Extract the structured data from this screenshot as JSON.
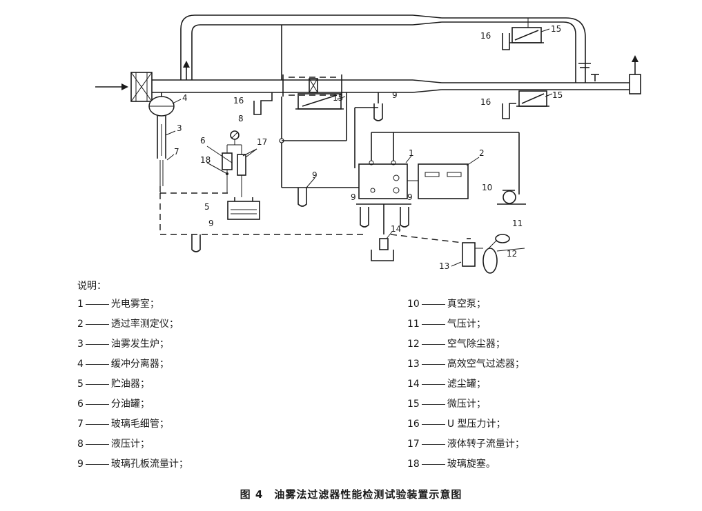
{
  "legend_title": "说明：",
  "legend": [
    {
      "num": "1",
      "label": "光电雾室；"
    },
    {
      "num": "2",
      "label": "透过率测定仪；"
    },
    {
      "num": "3",
      "label": "油雾发生炉；"
    },
    {
      "num": "4",
      "label": "缓冲分离器；"
    },
    {
      "num": "5",
      "label": "贮油器；"
    },
    {
      "num": "6",
      "label": "分油罐；"
    },
    {
      "num": "7",
      "label": "玻璃毛细管；"
    },
    {
      "num": "8",
      "label": "液压计；"
    },
    {
      "num": "9",
      "label": "玻璃孔板流量计；"
    },
    {
      "num": "10",
      "label": "真空泵；"
    },
    {
      "num": "11",
      "label": "气压计；"
    },
    {
      "num": "12",
      "label": "空气除尘器；"
    },
    {
      "num": "13",
      "label": "高效空气过滤器；"
    },
    {
      "num": "14",
      "label": "滤尘罐；"
    },
    {
      "num": "15",
      "label": "微压计；"
    },
    {
      "num": "16",
      "label": "U 型压力计；"
    },
    {
      "num": "17",
      "label": "液体转子流量计；"
    },
    {
      "num": "18",
      "label": "玻璃旋塞。"
    }
  ],
  "caption": "图 4　油雾法过滤器性能检测试验装置示意图",
  "diagram_labels": {
    "n1": "1",
    "n2": "2",
    "n3": "3",
    "n4": "4",
    "n5": "5",
    "n6": "6",
    "n7": "7",
    "n8": "8",
    "n9": "9",
    "n10": "10",
    "n11": "11",
    "n12": "12",
    "n13": "13",
    "n14": "14",
    "n15": "15",
    "n16": "16",
    "n17": "17",
    "n18": "18"
  }
}
